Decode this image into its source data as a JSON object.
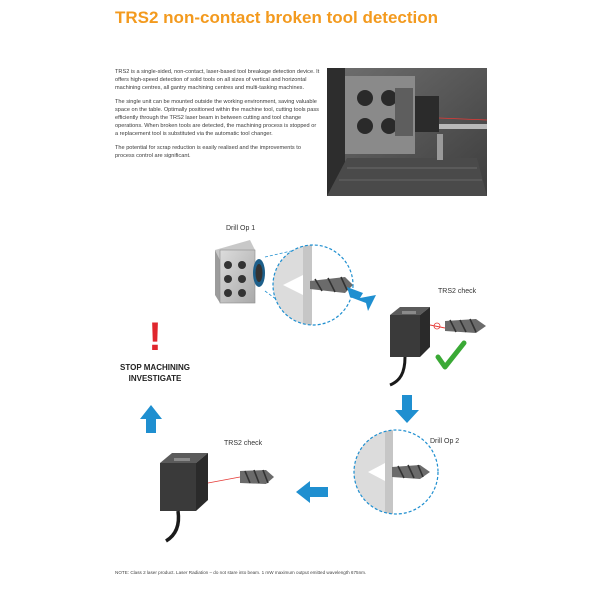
{
  "title": "TRS2 non-contact broken tool detection",
  "paragraphs": [
    "TRS2 is a single-sided, non-contact, laser-based tool breakage detection device. It offers high-speed detection of solid tools on all sizes of vertical and horizontal machining centres, all gantry machining centres and multi-tasking machines.",
    "The single unit can be mounted outside the working environment, saving valuable space on the table. Optimally positioned within the machine tool, cutting tools pass efficiently through the TRS2 laser beam in between cutting and tool change operations. When broken tools are detected, the machining process is stopped or a replacement tool is substituted via the automatic tool changer.",
    "The potential for scrap reduction is easily realised and the improvements to process control are significant."
  ],
  "diagram": {
    "drill_op1": "Drill Op 1",
    "trs2_check_right": "TRS2 check",
    "drill_op2": "Drill Op 2",
    "trs2_check_bottom": "TRS2 check",
    "stop_line1": "STOP MACHINING",
    "stop_line2": "INVESTIGATE",
    "exclamation": "!"
  },
  "note": "NOTE: Class 2 laser product. Laser Radiation – do not stare into beam. 1 mW maximum output emitted wavelength 675nm.",
  "colors": {
    "title_orange": "#f39a1e",
    "arrow_blue": "#1f8fd0",
    "check_green": "#3aa935",
    "alert_red": "#e0262d",
    "laser_red": "#e53935"
  },
  "icons": [
    "arrow-icon",
    "check-icon",
    "exclamation-icon",
    "laser-sensor-icon",
    "drill-bit-icon",
    "machine-block-icon"
  ]
}
